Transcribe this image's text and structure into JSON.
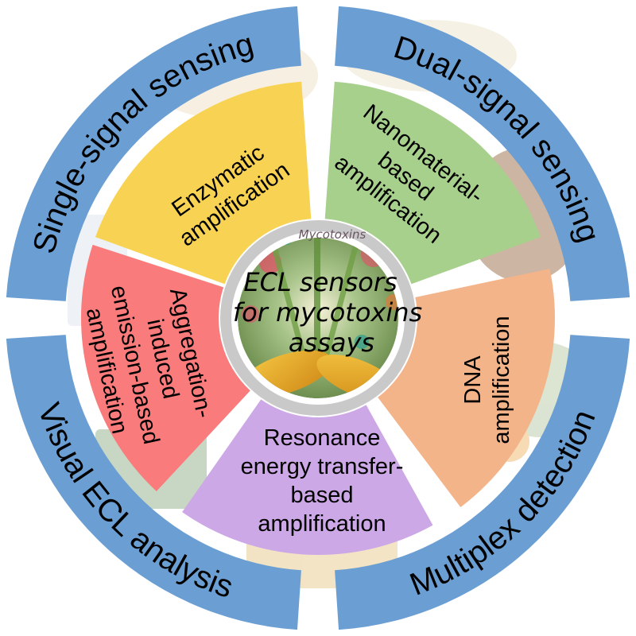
{
  "center": {
    "title_lines": [
      "ECL sensors",
      "for mycotoxins",
      "assays"
    ],
    "tag": "Mycotoxins"
  },
  "ring": {
    "color": "#6B9FD3",
    "quadrants": [
      {
        "label": "Single-signal sensing"
      },
      {
        "label": "Dual-signal sensing"
      },
      {
        "label": "Multiplex detection"
      },
      {
        "label": "Visual  ECL  analysis"
      }
    ]
  },
  "wedges": [
    {
      "lines": [
        "Enzymatic",
        "amplification"
      ],
      "color": "#F8D253"
    },
    {
      "lines": [
        "Nanomaterial-",
        "based",
        "amplification"
      ],
      "color": "#A8D08D"
    },
    {
      "lines": [
        "DNA",
        "amplification"
      ],
      "color": "#F3B48A"
    },
    {
      "lines": [
        "Resonance",
        "energy transfer-",
        "based",
        "amplification"
      ],
      "color": "#CDA8E6"
    },
    {
      "lines": [
        "Aggregation-",
        "induced",
        "emission-based",
        "amplification"
      ],
      "color": "#FA7B7B"
    }
  ]
}
